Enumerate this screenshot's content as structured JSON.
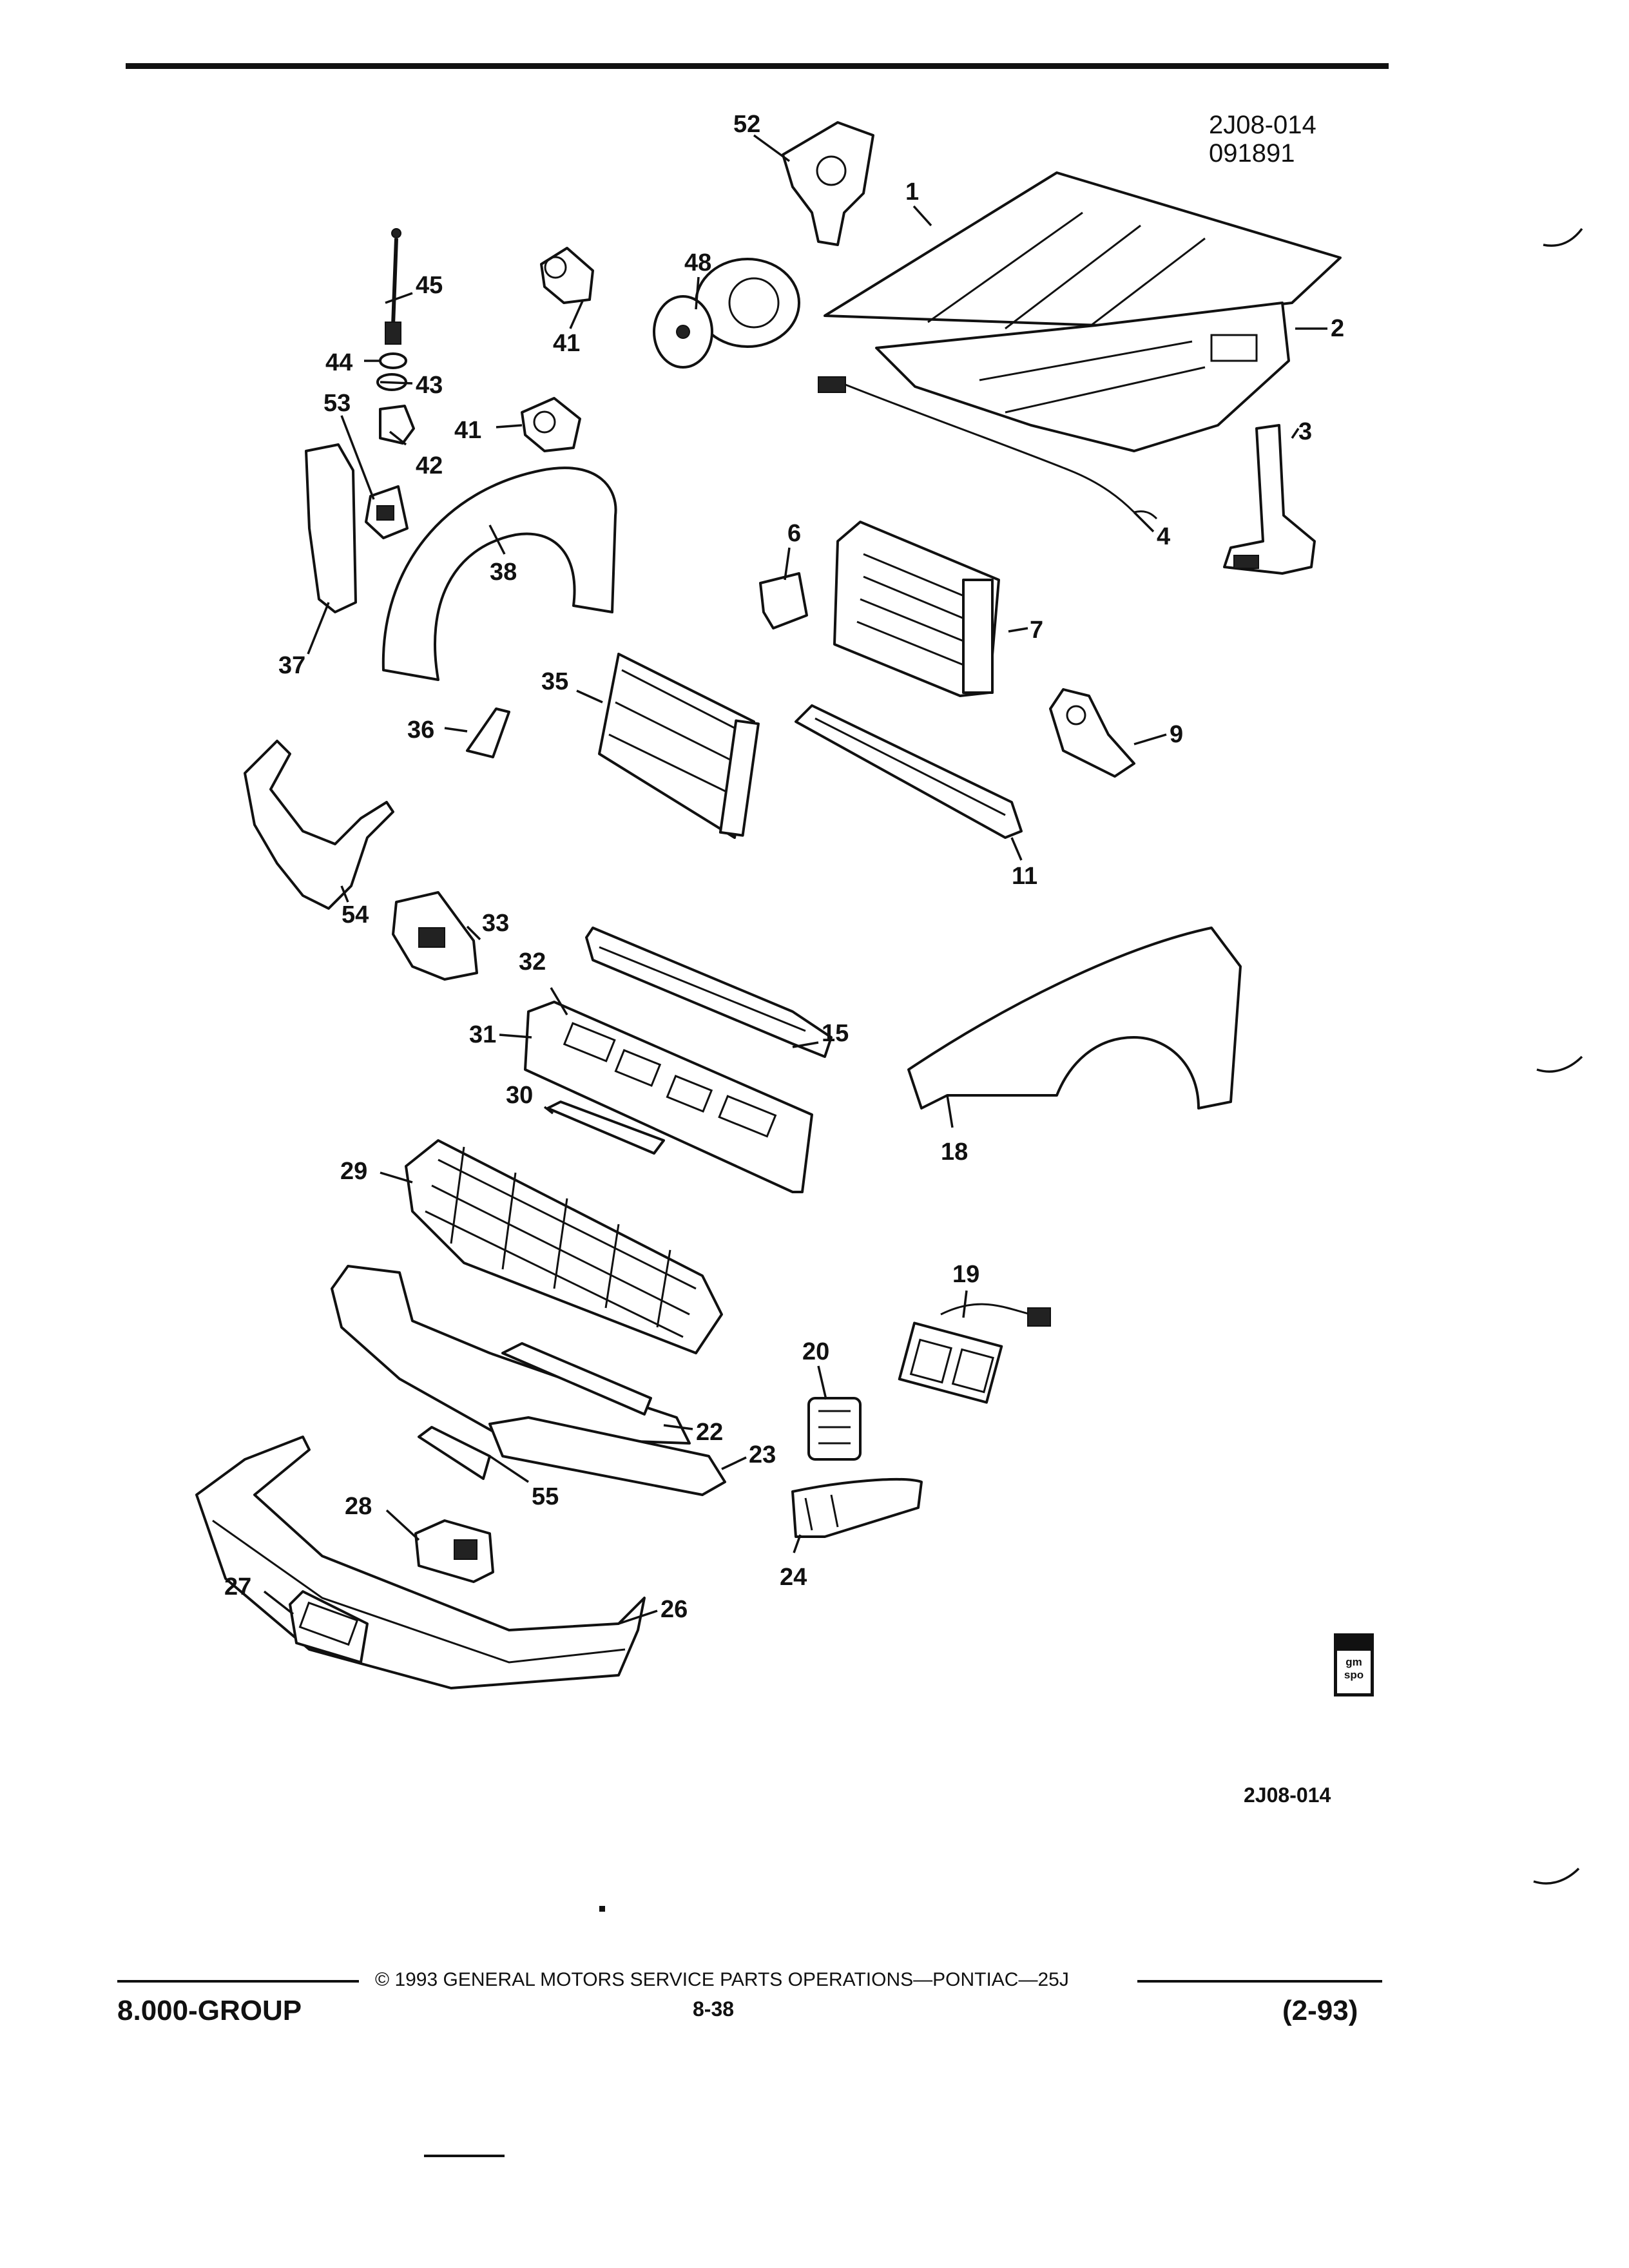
{
  "document": {
    "figure_id": "2J08-014",
    "figure_date": "091891",
    "figure_id_bottom": "2J08-014",
    "copyright_line": "© 1993  GENERAL MOTORS SERVICE PARTS OPERATIONS—PONTIAC—25J",
    "group": "8.000-GROUP",
    "page_number": "8-38",
    "revision": "(2-93)",
    "stamp_logo": "gm spo"
  },
  "callouts": [
    {
      "id": "c1",
      "label": "1"
    },
    {
      "id": "c2",
      "label": "2"
    },
    {
      "id": "c3",
      "label": "3"
    },
    {
      "id": "c4",
      "label": "4"
    },
    {
      "id": "c6",
      "label": "6"
    },
    {
      "id": "c7",
      "label": "7"
    },
    {
      "id": "c9",
      "label": "9"
    },
    {
      "id": "c11",
      "label": "11"
    },
    {
      "id": "c15",
      "label": "15"
    },
    {
      "id": "c18",
      "label": "18"
    },
    {
      "id": "c19",
      "label": "19"
    },
    {
      "id": "c20",
      "label": "20"
    },
    {
      "id": "c22",
      "label": "22"
    },
    {
      "id": "c23",
      "label": "23"
    },
    {
      "id": "c24",
      "label": "24"
    },
    {
      "id": "c26",
      "label": "26"
    },
    {
      "id": "c27",
      "label": "27"
    },
    {
      "id": "c28",
      "label": "28"
    },
    {
      "id": "c29",
      "label": "29"
    },
    {
      "id": "c30",
      "label": "30"
    },
    {
      "id": "c31",
      "label": "31"
    },
    {
      "id": "c32",
      "label": "32"
    },
    {
      "id": "c33",
      "label": "33"
    },
    {
      "id": "c35",
      "label": "35"
    },
    {
      "id": "c36",
      "label": "36"
    },
    {
      "id": "c37",
      "label": "37"
    },
    {
      "id": "c38",
      "label": "38"
    },
    {
      "id": "c41a",
      "label": "41"
    },
    {
      "id": "c41b",
      "label": "41"
    },
    {
      "id": "c42",
      "label": "42"
    },
    {
      "id": "c43",
      "label": "43"
    },
    {
      "id": "c44",
      "label": "44"
    },
    {
      "id": "c45",
      "label": "45"
    },
    {
      "id": "c48",
      "label": "48"
    },
    {
      "id": "c52",
      "label": "52"
    },
    {
      "id": "c53",
      "label": "53"
    },
    {
      "id": "c54",
      "label": "54"
    },
    {
      "id": "c55",
      "label": "55"
    }
  ]
}
